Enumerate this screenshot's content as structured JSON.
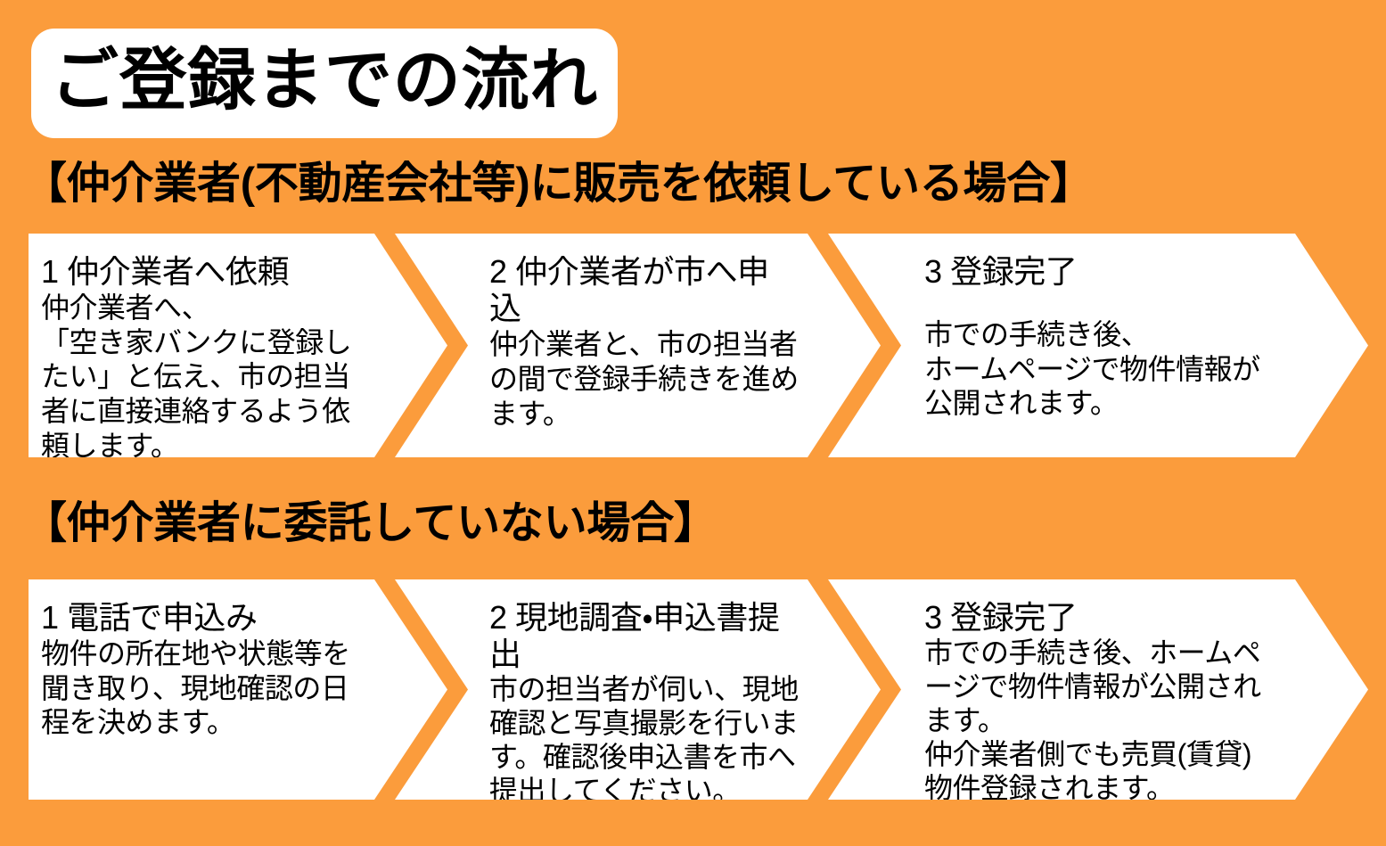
{
  "colors": {
    "background": "#fb9c3c",
    "panel": "#ffffff",
    "text": "#000000"
  },
  "title": "ご登録までの流れ",
  "sections": [
    {
      "header": "【仲介業者(不動産会社等)に販売を依頼している場合】",
      "steps": [
        {
          "number": "1",
          "title": "1 仲介業者へ依頼",
          "body": "仲介業者へ、\n「空き家バンクに登録したい」と伝え、市の担当者に直接連絡するよう依頼します。"
        },
        {
          "number": "2",
          "title": "2 仲介業者が市へ申込",
          "body": "仲介業者と、市の担当者の間で登録手続きを進めます。"
        },
        {
          "number": "3",
          "title": "3 登録完了",
          "body": "市での手続き後、\nホームページで物件情報が公開されます。"
        }
      ]
    },
    {
      "header": "【仲介業者に委託していない場合】",
      "steps": [
        {
          "number": "1",
          "title": "1 電話で申込み",
          "body": "物件の所在地や状態等を聞き取り、現地確認の日程を決めます。"
        },
        {
          "number": "2",
          "title": "2 現地調査・申込書提出",
          "body": "市の担当者が伺い、現地確認と写真撮影を行います。確認後申込書を市へ提出してください。"
        },
        {
          "number": "3",
          "title": "3 登録完了",
          "body": "市での手続き後、ホームページで物件情報が公開されます。\n仲介業者側でも売買(賃貸)物件登録されます。"
        }
      ]
    }
  ]
}
